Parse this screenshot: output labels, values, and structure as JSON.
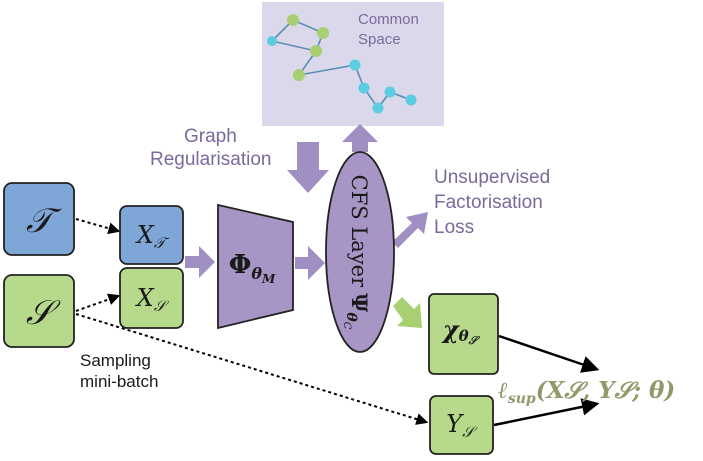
{
  "common_space": {
    "title_line1": "Common",
    "title_line2": "Space",
    "bg": "#dcd8ec",
    "green": "#a8cf72",
    "cyan": "#5ccde0",
    "edge": "#5a8fb5"
  },
  "labels": {
    "graph_reg_line1": "Graph",
    "graph_reg_line2": "Regularisation",
    "unsup_line1": "Unsupervised",
    "unsup_line2": "Factorisation",
    "unsup_line3": "Loss",
    "sampling_line1": "Sampling",
    "sampling_line2": "mini-batch"
  },
  "nodes": {
    "target_symbol": "𝒯",
    "source_symbol": "𝒮",
    "x_t_base": "X",
    "x_t_sub": "𝒯",
    "x_s_base": "X",
    "x_s_sub": "𝒮",
    "phi_base": "Φ",
    "phi_sub": "θ",
    "phi_subsub": "M",
    "cfs_text": "CFS Layer",
    "psi_base": "Ψ",
    "psi_sub": "θ",
    "psi_subsub": "C",
    "chi_base": "χ",
    "chi_sub": "θ",
    "chi_subsub": "𝒮",
    "y_s_base": "Y",
    "y_s_sub": "𝒮"
  },
  "loss": {
    "text": "ℓ",
    "sub": "sup",
    "args": "(X𝒮, Y𝒮; θ)"
  },
  "colors": {
    "blue": "#7ea7d8",
    "green": "#b7d98c",
    "purple": "#a795c6",
    "arrow_purple": "#a08fc2",
    "arrow_green": "#a8cf72",
    "loss_text": "#8f9a6a"
  }
}
